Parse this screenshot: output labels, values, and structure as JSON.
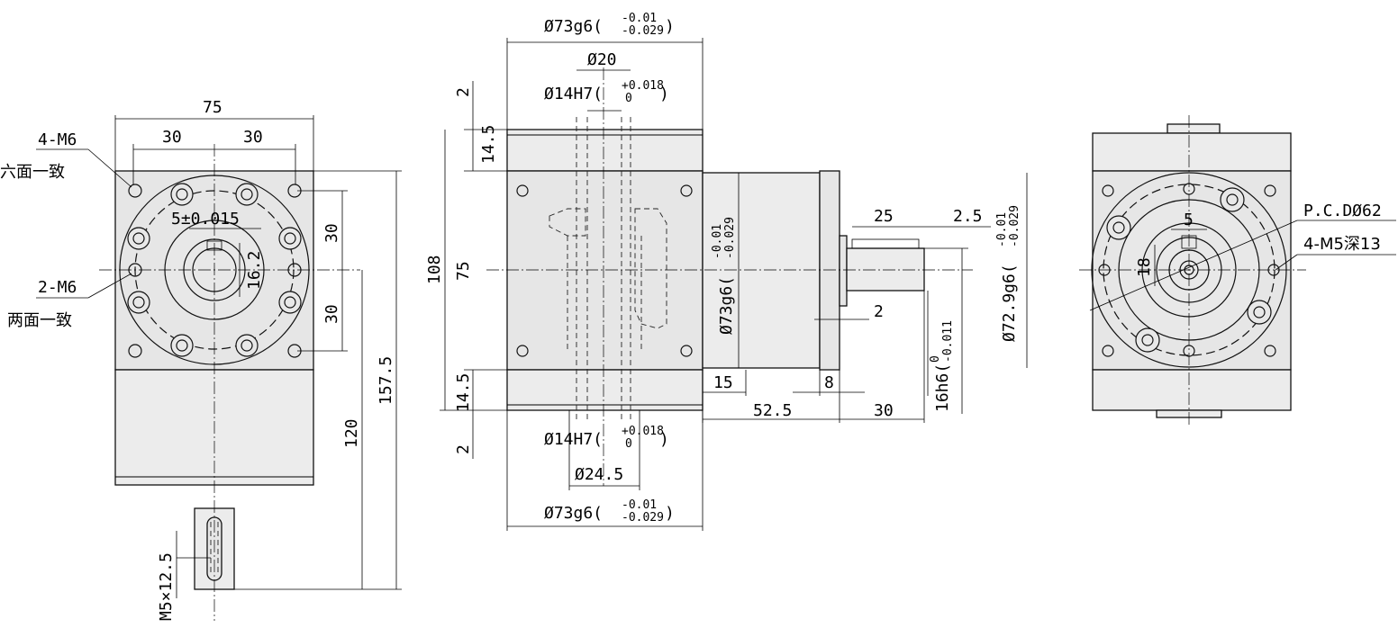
{
  "front_view": {
    "width_75": "75",
    "dim_30_left": "30",
    "dim_30_right": "30",
    "note_4m6": "4-M6",
    "note_six_faces": "六面一致",
    "dim_key_width": "5±0.015",
    "dim_key_height": "16.2",
    "note_2m6": "2-M6",
    "note_two_faces": "两面一致",
    "dim_v30_top": "30",
    "dim_v30_bottom": "30",
    "dim_120": "120",
    "dim_157_5": "157.5",
    "note_thread": "M5×12.5"
  },
  "side_view": {
    "top_od": "Ø73g6(",
    "top_od_tol_upper": "-0.01",
    "top_od_tol_lower": "-0.029",
    "dim_d20": "Ø20",
    "top_bore": "Ø14H7(",
    "top_bore_tol_upper": "+0.018",
    "top_bore_tol_lower": "0",
    "dim_2_top": "2",
    "dim_14_5_top": "14.5",
    "dim_108": "108",
    "dim_75": "75",
    "dim_14_5_bottom": "14.5",
    "dim_2_bottom": "2",
    "mid_od": "Ø73g6(",
    "mid_od_tol_upper": "-0.01",
    "mid_od_tol_lower": "-0.029",
    "dim_25": "25",
    "dim_2_5": "2.5",
    "dim_2_shaft": "2",
    "shaft_od": "Ø72.9g6(",
    "shaft_od_tol_upper": "-0.01",
    "shaft_od_tol_lower": "-0.029",
    "shaft_dia": "16h6(",
    "shaft_dia_tol_upper": "0",
    "shaft_dia_tol_lower": "-0.011",
    "dim_15": "15",
    "dim_8": "8",
    "dim_52_5": "52.5",
    "dim_30": "30",
    "bottom_bore": "Ø14H7(",
    "bottom_bore_tol_upper": "+0.018",
    "bottom_bore_tol_lower": "0",
    "dim_d24_5": "Ø24.5",
    "bottom_od": "Ø73g6(",
    "bottom_od_tol_upper": "-0.01",
    "bottom_od_tol_lower": "-0.029"
  },
  "rear_view": {
    "dim_5": "5",
    "dim_18": "18",
    "pcd": "P.C.DØ62",
    "thread_note": "4-M5深13"
  }
}
